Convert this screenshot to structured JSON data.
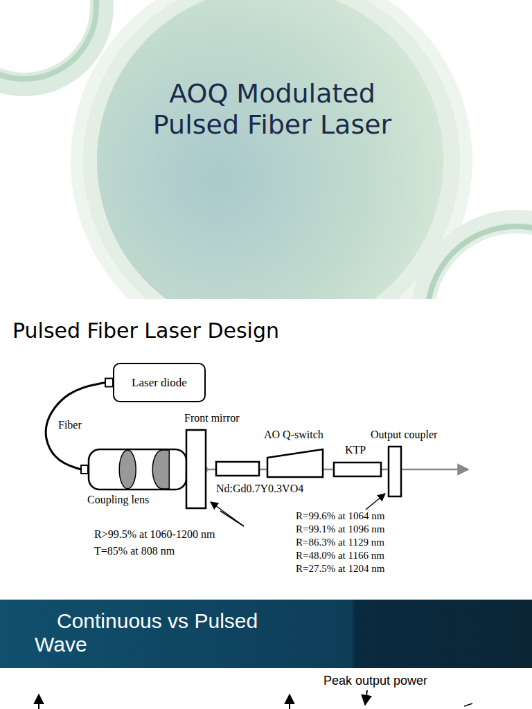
{
  "diagram": {
    "title": "AOQ Modulated Pulsed Fiber Laser",
    "nodes": [
      {
        "text": [
          "Laser diode"
        ]
      },
      {
        "text": [
          "Coupling lens"
        ]
      },
      {
        "text": [
          "Front mirror"
        ]
      },
      {
        "text": [
          "Nd:Gd0.7Y0.3VO4"
        ]
      },
      {
        "text": [
          "AO Q-switch"
        ]
      },
      {
        "text": [
          "KTP"
        ]
      },
      {
        "text": [
          "Output coupler"
        ]
      },
      {
        "text": [
          "Continuous vs Pulsed Wave"
        ]
      }
    ],
    "edges": [
      {
        "from": 0,
        "to": 1,
        "label": "Fiber",
        "arrow": "none"
      }
    ],
    "labels": [
      "Pulsed Fiber Laser Design",
      "R>99.5% at 1060-1200 nm",
      "T=85% at 808 nm",
      "R=99.6% at 1064 nm",
      "R=99.1% at 1096 nm",
      "R=86.3% at 1129 nm",
      "R=48.0% at 1166 nm",
      "R=27.5% at 1204 nm",
      "Peak output power"
    ]
  }
}
